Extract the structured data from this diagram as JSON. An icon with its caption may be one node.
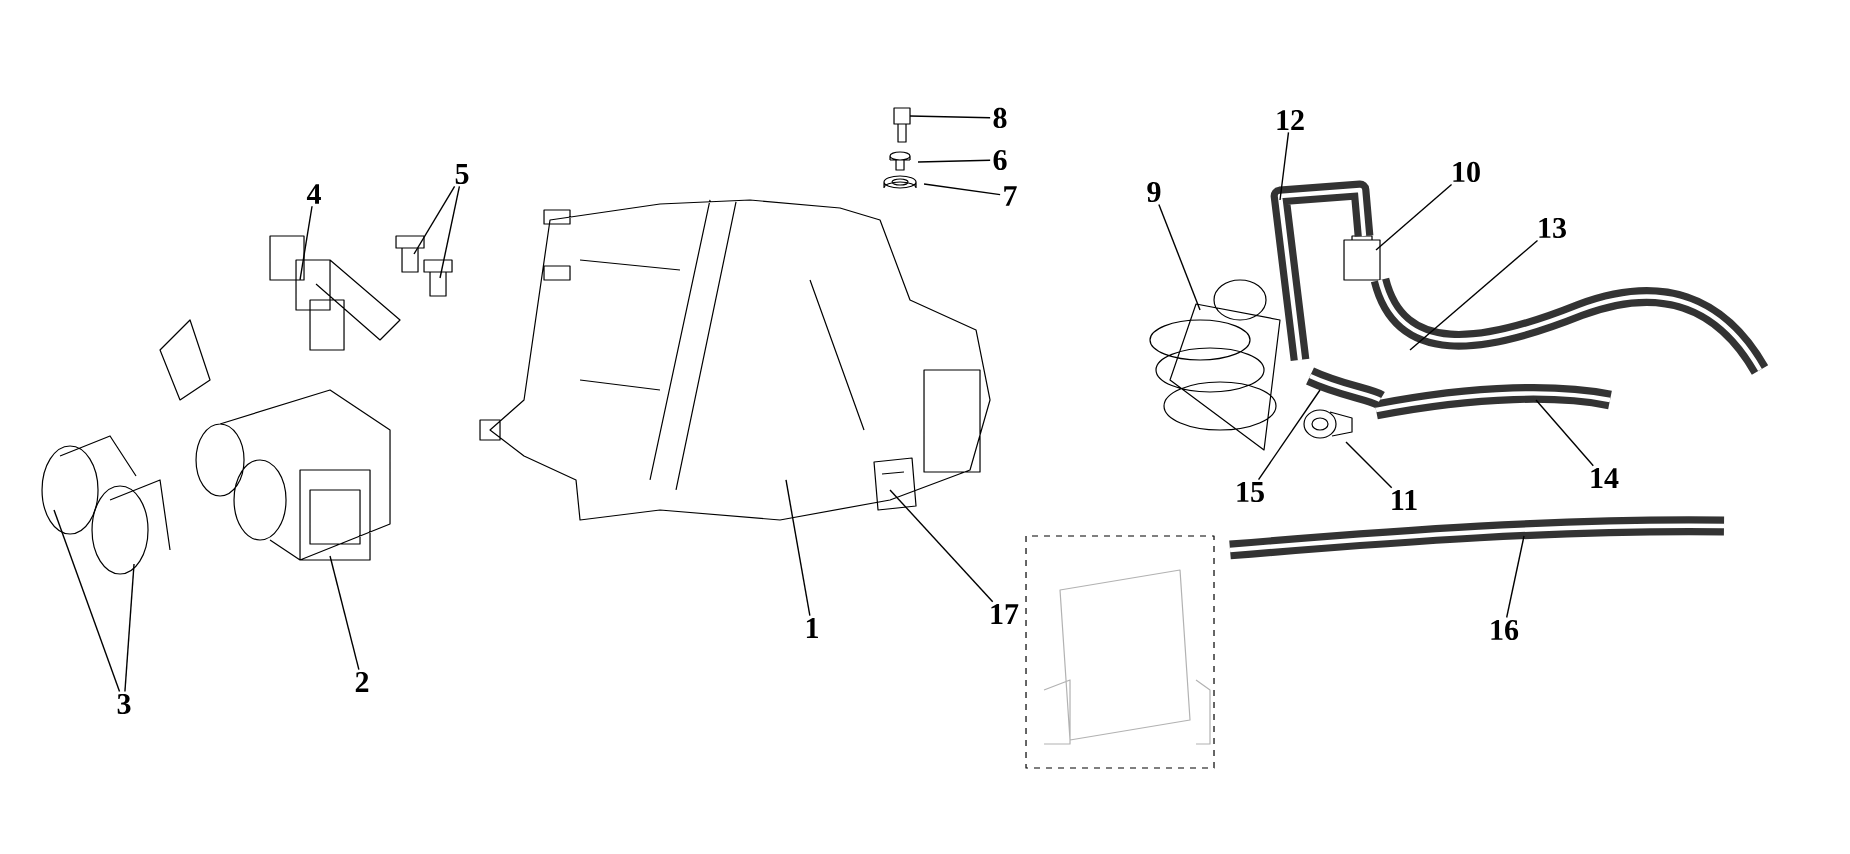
{
  "diagram": {
    "nodes": [
      {
        "text": [
          "1"
        ]
      },
      {
        "text": [
          "2"
        ]
      },
      {
        "text": [
          "3"
        ]
      },
      {
        "text": [
          "4"
        ]
      },
      {
        "text": [
          "5"
        ]
      },
      {
        "text": [
          "6"
        ]
      },
      {
        "text": [
          "7"
        ]
      },
      {
        "text": [
          "8"
        ]
      },
      {
        "text": [
          "9"
        ]
      },
      {
        "text": [
          "10"
        ]
      },
      {
        "text": [
          "11"
        ]
      },
      {
        "text": [
          "12"
        ]
      },
      {
        "text": [
          "13"
        ]
      },
      {
        "text": [
          "14"
        ]
      },
      {
        "text": [
          "15"
        ]
      },
      {
        "text": [
          "16"
        ]
      },
      {
        "text": [
          "17"
        ]
      },
      {
        "text": [],
        "shape": "picture"
      },
      {
        "text": [],
        "shape": "picture"
      },
      {
        "text": [],
        "shape": "picture"
      },
      {
        "text": [],
        "shape": "picture"
      },
      {
        "text": [],
        "shape": "picture"
      },
      {
        "text": [],
        "shape": "picture"
      },
      {
        "text": [],
        "shape": "picture"
      },
      {
        "text": [],
        "shape": "picture"
      },
      {
        "text": [],
        "shape": "picture"
      },
      {
        "text": [],
        "shape": "picture"
      },
      {
        "text": [],
        "shape": "picture"
      },
      {
        "text": [],
        "shape": "picture"
      },
      {
        "text": [],
        "shape": "picture"
      },
      {
        "text": [],
        "shape": "picture"
      },
      {
        "text": [],
        "shape": "picture"
      },
      {
        "text": [],
        "shape": "picture"
      },
      {
        "text": [],
        "shape": "picture"
      },
      {
        "text": [],
        "shape": "picture"
      },
      {
        "text": [],
        "shape": "picture",
        "in": 17
      }
    ],
    "edges": [
      {
        "from": 0,
        "to": 17,
        "arrow": "none"
      },
      {
        "from": 1,
        "to": 18,
        "arrow": "none"
      },
      {
        "from": 2,
        "to": 19,
        "arrow": "none"
      },
      {
        "from": 2,
        "to": 20,
        "arrow": "none"
      },
      {
        "from": 3,
        "to": 21,
        "arrow": "none"
      },
      {
        "from": 4,
        "to": 22,
        "arrow": "none"
      },
      {
        "from": 4,
        "to": 23,
        "arrow": "none"
      },
      {
        "from": 5,
        "to": 25,
        "arrow": "none"
      },
      {
        "from": 6,
        "to": 26,
        "arrow": "none"
      },
      {
        "from": 7,
        "to": 24,
        "arrow": "none"
      },
      {
        "from": 8,
        "to": 27,
        "arrow": "none"
      },
      {
        "from": 9,
        "to": 28,
        "arrow": "none"
      },
      {
        "from": 10,
        "to": 29,
        "arrow": "none"
      },
      {
        "from": 11,
        "to": 30,
        "arrow": "none"
      },
      {
        "from": 12,
        "to": 31,
        "arrow": "none"
      },
      {
        "from": 13,
        "to": 32,
        "arrow": "none"
      },
      {
        "from": 14,
        "to": 33,
        "arrow": "none"
      },
      {
        "from": 15,
        "to": 34,
        "arrow": "none"
      },
      {
        "from": 16,
        "to": 35,
        "arrow": "none"
      }
    ]
  }
}
